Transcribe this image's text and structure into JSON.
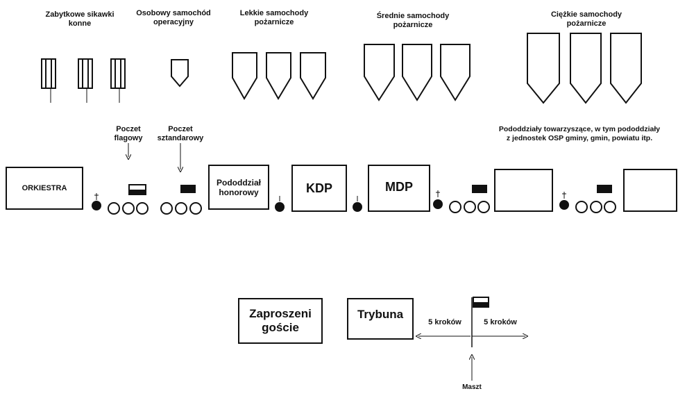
{
  "vehicle_groups": [
    {
      "label": "Zabytkowe sikawki konne",
      "lines": [
        "Zabytkowe sikawki",
        "konne"
      ]
    },
    {
      "label": "Osobowy samochód operacyjny",
      "lines": [
        "Osobowy samochód",
        "operacyjny"
      ]
    },
    {
      "label": "Lekkie samochody pożarnicze",
      "lines": [
        "Lekkie samochody",
        "pożarnicze"
      ]
    },
    {
      "label": "Średnie samochody pożarnicze",
      "lines": [
        "Średnie samochody",
        "pożarnicze"
      ]
    },
    {
      "label": "Ciężkie samochody pożarnicze",
      "lines": [
        "Ciężkie samochody",
        "pożarnicze"
      ]
    }
  ],
  "poczet_flagowy": [
    "Poczet",
    "flagowy"
  ],
  "poczet_sztandarowy": [
    "Poczet",
    "sztandarowy"
  ],
  "pododdzialy_towarzyszace": [
    "Pododdziały towarzyszące, w tym pododdziały",
    "z jednostek OSP gminy, gmin, powiatu itp."
  ],
  "units": {
    "orkiestra": "ORKIESTRA",
    "pododdzial_honorowy": [
      "Pododdział",
      "honorowy"
    ],
    "kdp": "KDP",
    "mdp": "MDP"
  },
  "tribune": {
    "zaproszeni": [
      "Zaproszeni",
      "goście"
    ],
    "trybuna": "Trybuna",
    "left_distance": "5 kroków",
    "right_distance": "5 kroków",
    "maszt": "Maszt"
  },
  "colors": {
    "ink": "#111111",
    "background": "#ffffff"
  }
}
